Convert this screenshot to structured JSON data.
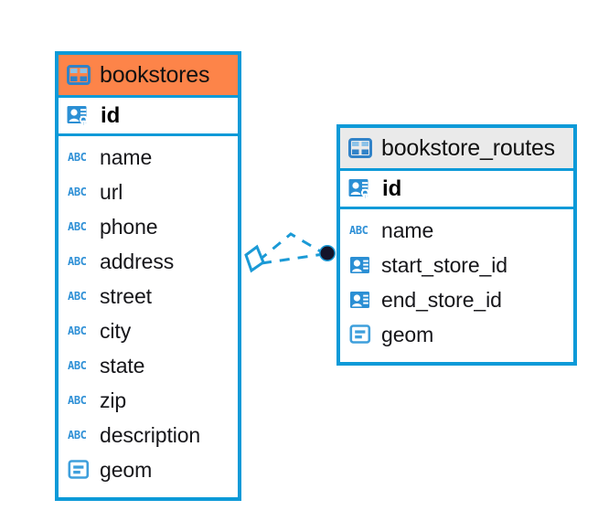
{
  "diagram": {
    "type": "entity-relationship-diagram",
    "background_color": "#ffffff",
    "accent_color": "#0d9ad8",
    "selected_color": "#fd8449",
    "header_color": "#eaeaea"
  },
  "tables": [
    {
      "name": "bookstores",
      "title": "bookstores",
      "selected": true,
      "header_style": "selected",
      "primary_key": {
        "label": "id",
        "icon": "primary-key-icon"
      },
      "fields": [
        {
          "label": "name",
          "icon": "text-type-icon",
          "type": "text"
        },
        {
          "label": "url",
          "icon": "text-type-icon",
          "type": "text"
        },
        {
          "label": "phone",
          "icon": "text-type-icon",
          "type": "text"
        },
        {
          "label": "address",
          "icon": "text-type-icon",
          "type": "text"
        },
        {
          "label": "street",
          "icon": "text-type-icon",
          "type": "text"
        },
        {
          "label": "city",
          "icon": "text-type-icon",
          "type": "text"
        },
        {
          "label": "state",
          "icon": "text-type-icon",
          "type": "text"
        },
        {
          "label": "zip",
          "icon": "text-type-icon",
          "type": "text"
        },
        {
          "label": "description",
          "icon": "text-type-icon",
          "type": "text"
        },
        {
          "label": "geom",
          "icon": "geometry-type-icon",
          "type": "geometry"
        }
      ]
    },
    {
      "name": "bookstore_routes",
      "title": "bookstore_routes",
      "selected": false,
      "header_style": "normal",
      "primary_key": {
        "label": "id",
        "icon": "primary-key-icon"
      },
      "fields": [
        {
          "label": "name",
          "icon": "text-type-icon",
          "type": "text"
        },
        {
          "label": "start_store_id",
          "icon": "foreign-key-icon",
          "type": "foreign-key"
        },
        {
          "label": "end_store_id",
          "icon": "foreign-key-icon",
          "type": "foreign-key"
        },
        {
          "label": "geom",
          "icon": "geometry-type-icon",
          "type": "geometry"
        }
      ]
    }
  ],
  "relationship": {
    "name": "bookstores-to-bookstore_routes",
    "line_style": "dashed",
    "line_color": "#1b9ad6",
    "source_marker": "rhombus",
    "target_marker": "filled-circle",
    "target_marker_color": "#111122",
    "branches": 2
  }
}
